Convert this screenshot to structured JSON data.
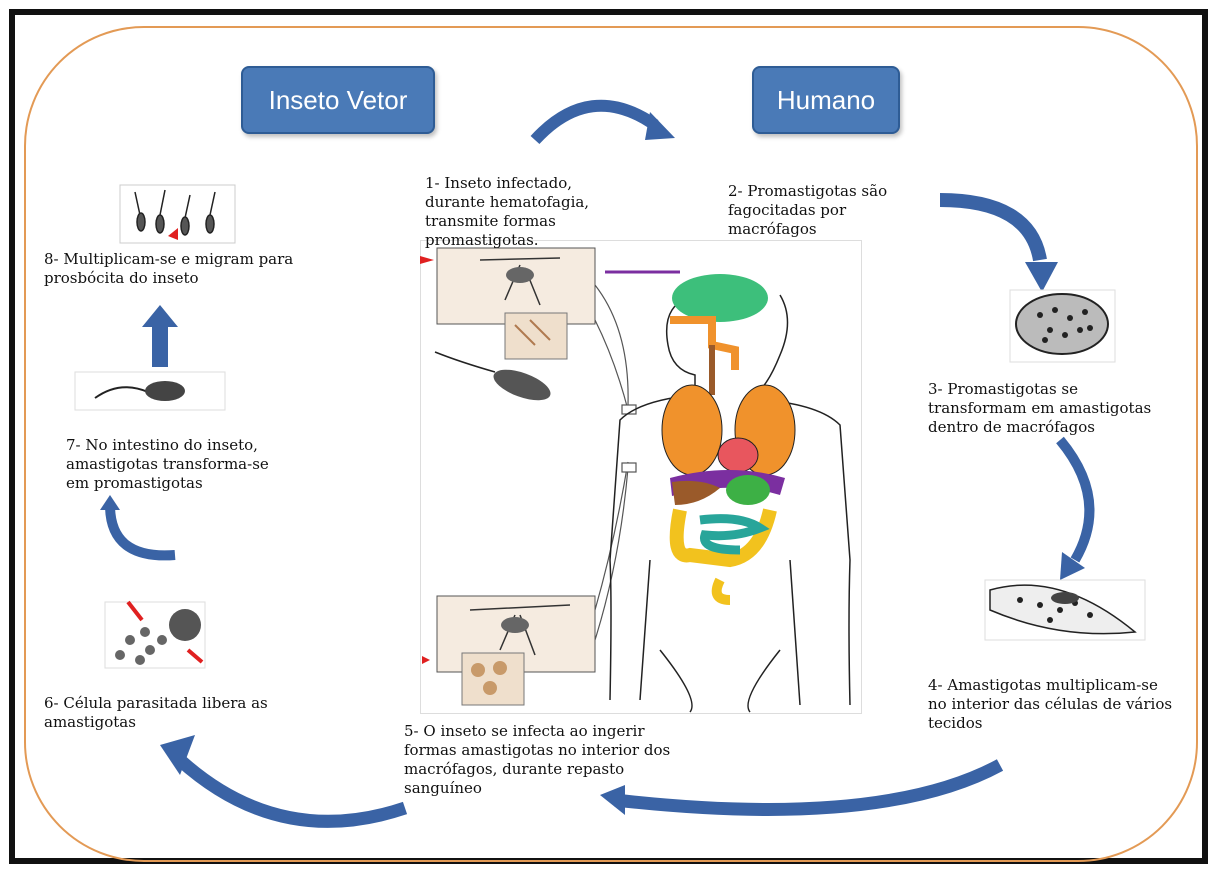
{
  "headers": {
    "vector": "Inseto Vetor",
    "human": "Humano"
  },
  "steps": {
    "s1": "1- Inseto infectado, durante hematofagia, transmite formas promastigotas.",
    "s2": "2- Promastigotas são fagocitadas por macrófagos",
    "s3": "3- Promastigotas se transformam em amastigotas dentro de macrófagos",
    "s4": "4- Amastigotas multiplicam-se no interior das células de vários tecidos",
    "s5": "5- O inseto se infecta ao ingerir formas amastigotas no interior dos macrófagos, durante repasto sanguíneo",
    "s6": "6- Célula parasitada libera as amastigotas",
    "s7": "7- No intestino do inseto, amastigotas transforma-se em promastigotas",
    "s8": "8- Multiplicam-se e migram para prosbócita do inseto"
  },
  "colors": {
    "arrow": "#3a63a5",
    "header": "#4a7ab7",
    "oval": "#e39a55",
    "brain": "#3dbf7b",
    "lungs": "#f0922c",
    "heart": "#e8565e",
    "liver": "#9a5a2a",
    "intestine_small": "#28a59a",
    "intestine_large": "#f2c21e",
    "stomach": "#3db045",
    "kidney_band": "#7b2fa0"
  }
}
